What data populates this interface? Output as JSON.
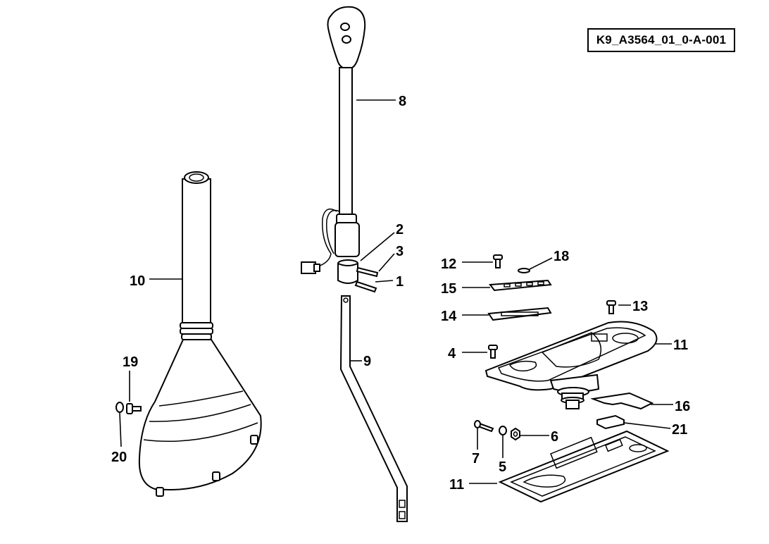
{
  "reference_code": "K9_A3564_01_0-A-001",
  "callouts": [
    "1",
    "2",
    "3",
    "4",
    "5",
    "6",
    "7",
    "8",
    "9",
    "10",
    "11",
    "12",
    "13",
    "13",
    "14",
    "15",
    "16",
    "18",
    "19",
    "20",
    "21"
  ]
}
